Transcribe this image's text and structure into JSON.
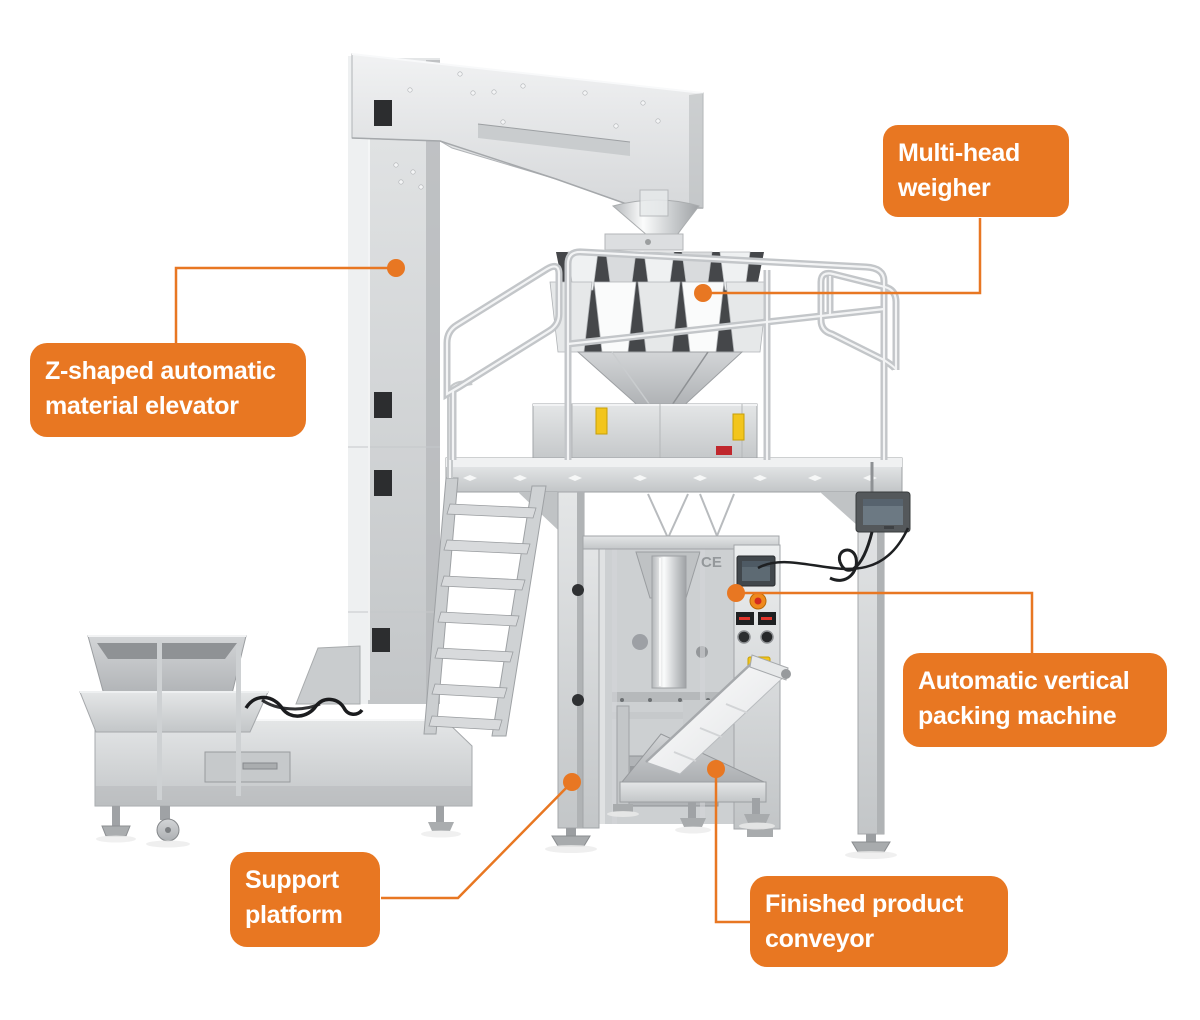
{
  "figure": {
    "type": "annotated machine diagram",
    "background": "#ffffff"
  },
  "colors": {
    "accent": "#e87722",
    "label_text": "#ffffff"
  },
  "machine": {
    "ce_mark": "CE"
  },
  "callouts": [
    {
      "id": "multi-head-weigher",
      "lines": [
        "Multi-head",
        "weigher"
      ]
    },
    {
      "id": "z-shaped-elevator",
      "lines": [
        "Z-shaped automatic",
        "material elevator"
      ]
    },
    {
      "id": "vertical-packing-machine",
      "lines": [
        "Automatic vertical",
        "packing machine"
      ]
    },
    {
      "id": "support-platform",
      "lines": [
        "Support",
        "platform"
      ]
    },
    {
      "id": "finished-product-conveyor",
      "lines": [
        "Finished product",
        "conveyor"
      ]
    }
  ]
}
